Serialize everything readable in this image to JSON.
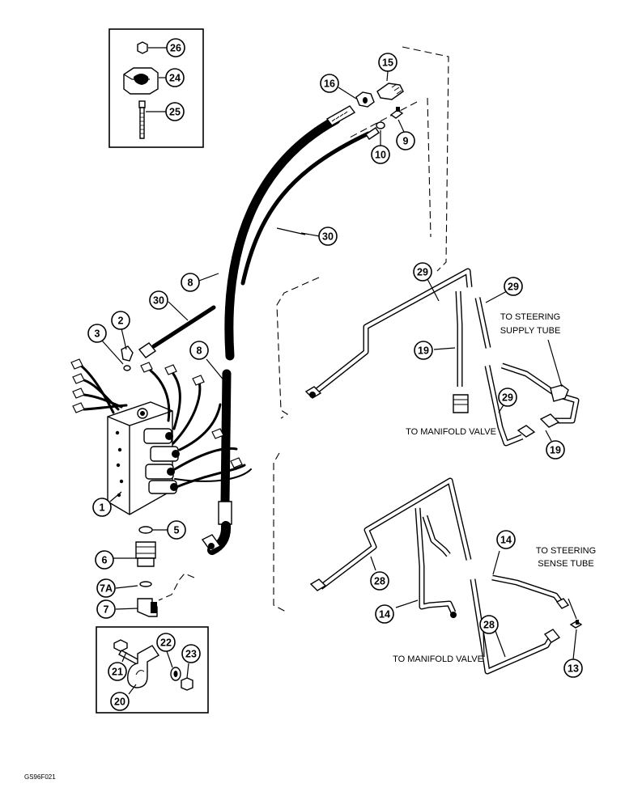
{
  "labels": {
    "steering_supply_line1": "TO STEERING",
    "steering_supply_line2": "SUPPLY TUBE",
    "manifold_valve_upper": "TO MANIFOLD VALVE",
    "steering_sense_line1": "TO STEERING",
    "steering_sense_line2": "SENSE TUBE",
    "manifold_valve_lower": "TO MANIFOLD VALVE",
    "figure_code": "GS96F021"
  },
  "callouts": {
    "c26": "26",
    "c24": "24",
    "c25": "25",
    "c15": "15",
    "c16": "16",
    "c9": "9",
    "c10": "10",
    "c30a": "30",
    "c8a": "8",
    "c30b": "30",
    "c2": "2",
    "c3": "3",
    "c8b": "8",
    "c29a": "29",
    "c29b": "29",
    "c19a": "19",
    "c29c": "29",
    "c19b": "19",
    "c1": "1",
    "c5": "5",
    "c6": "6",
    "c7a": "7A",
    "c7": "7",
    "c14a": "14",
    "c28a": "28",
    "c14b": "14",
    "c28b": "28",
    "c13": "13",
    "c21": "21",
    "c22": "22",
    "c23": "23",
    "c20": "20"
  }
}
